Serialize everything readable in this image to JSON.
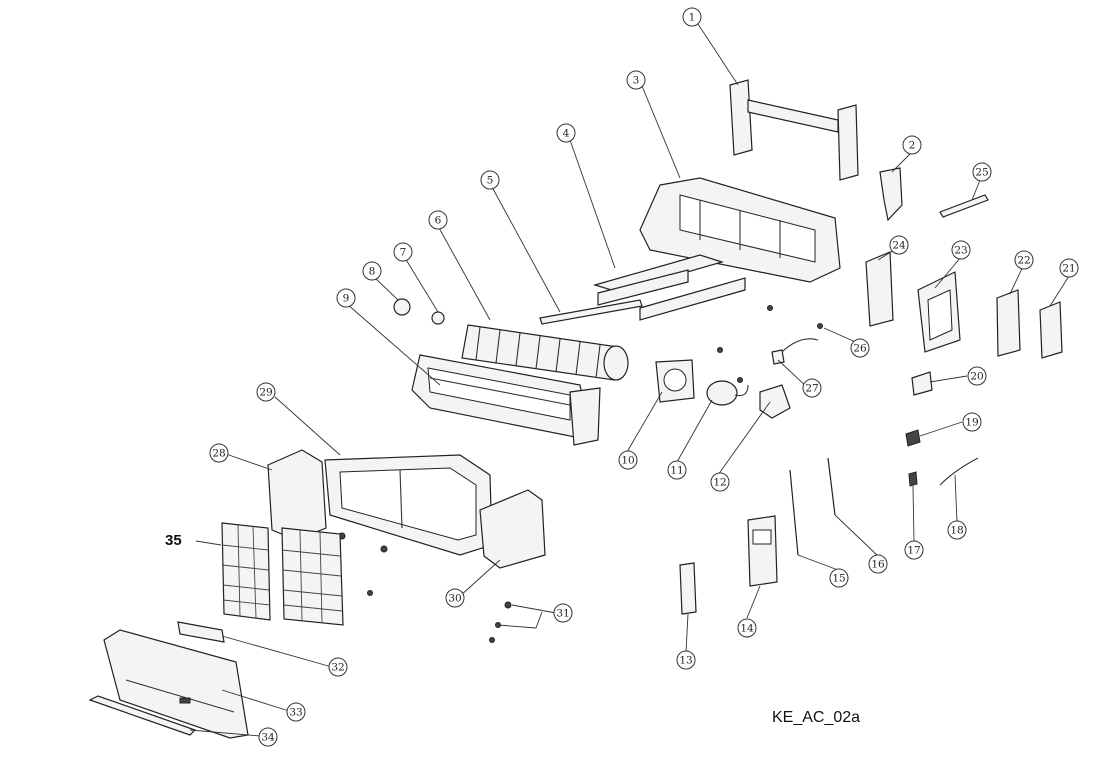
{
  "diagram": {
    "code_label": "KE_AC_02a",
    "bold_callout": "35",
    "callouts": [
      "1",
      "2",
      "3",
      "4",
      "5",
      "6",
      "7",
      "8",
      "9",
      "10",
      "11",
      "12",
      "13",
      "14",
      "15",
      "16",
      "17",
      "18",
      "19",
      "20",
      "21",
      "22",
      "23",
      "24",
      "25",
      "26",
      "27",
      "28",
      "29",
      "30",
      "31",
      "32",
      "33",
      "34"
    ]
  },
  "colors": {
    "line": "#222222",
    "background": "#ffffff"
  }
}
